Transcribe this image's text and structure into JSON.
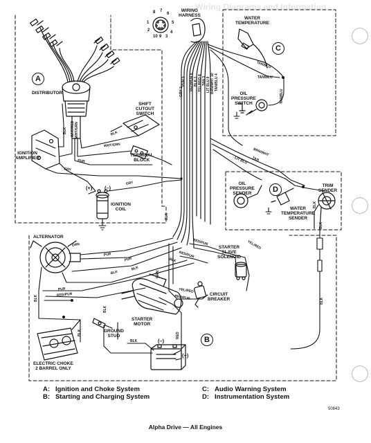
{
  "sections": {
    "a": "A",
    "b": "B",
    "c": "C",
    "d": "D"
  },
  "components": {
    "wiring_harness": "WIRING\nHARNESS",
    "water_temperature": "WATER\nTEMPERATURE",
    "oil_pressure_switch": "OIL\nPRESSURE\nSWITCH",
    "distributor": "DISTRIBUTOR",
    "shift_cutout_switch": "SHIFT\nCUTOUT\nSWITCH",
    "terminal_block": "TERMINAL\nBLOCK",
    "ignition_amplifier": "IGNITION\nAMPLIFIER",
    "ignition_coil": "IGNITION\nCOIL",
    "oil_pressure_sender": "OIL\nPRESSURE\nSENDER",
    "water_temperature_sender": "WATER\nTEMPERATURE\nSENDER",
    "trim_sender": "TRIM\nSENDER",
    "alternator": "ALTERNATOR",
    "starter_slave_solenoid": "STARTER\nSLAVE\nSOLENOID",
    "circuit_breaker": "CIRCUIT\nBREAKER",
    "starter_motor": "STARTER\nMOTOR",
    "ground_stud": "GROUND\nSTUD",
    "electric_choke": "ELECTRIC CHOKE\n2 BARREL ONLY"
  },
  "terminals": {
    "plus": "(+)",
    "minus": "(–)",
    "battery_minus": "(–)",
    "battery_plus": "(+)"
  },
  "connector_pins": [
    "8",
    "7",
    "6",
    "5",
    "4",
    "3",
    "2",
    "1",
    "10",
    "9"
  ],
  "harness_wires": [
    "GRY 2",
    "PUR 5",
    "RED/PUR 6",
    "BLK 1",
    "YEL/RED 8",
    "TAN 3",
    "LIT BLU 9",
    "BRN/WHT 10",
    "TAN/BLU 4"
  ],
  "wire_labels": {
    "tan_blu_1": "TAN/BLU",
    "tan_blu_2": "TAN/BLU",
    "tan_blu_3": "TAN/BLU",
    "brn_wht": "BRN/WHT",
    "tan": "TAN",
    "lit_blu": "LIT BLU",
    "blk_d": "BLK",
    "blk_trim": "BLK",
    "blk_trim2": "BLK",
    "gry_coil": "GRY",
    "gry_amp": "GRY",
    "pur_coil": "PUR",
    "wht_grn": "WHT/GRN",
    "blk_shift": "BLK",
    "blk_dist": "BLK",
    "wht_red": "WHT/RED",
    "wht_grn2": "WHT/GRN",
    "blk_mid": "BLK",
    "orn": "ORN",
    "pur_alt": "PUR",
    "pur_alt2": "PUR",
    "blk_alt": "BLK",
    "blk_alt2": "BLK",
    "blk_alt3": "BLK",
    "pur_b": "PUR",
    "red_pur_1": "RED/PUR",
    "red_pur_2": "RED/PUR",
    "yel_red_1": "YEL/RED",
    "yel_red_2": "YEL/RED",
    "red_pur_3": "RED/PUR",
    "red_pur_4": "RED/PUR",
    "red": "RED",
    "grn": "GRN",
    "blk_choke": "BLK",
    "blk_ground": "BLK",
    "blk_left": "BLK",
    "blk_solenoid": "BLK"
  },
  "legend": [
    {
      "key": "A:",
      "text": "Ignition and Choke System"
    },
    {
      "key": "B:",
      "text": "Starting and Charging System"
    },
    {
      "key": "C:",
      "text": "Audio Warning System"
    },
    {
      "key": "D:",
      "text": "Instrumentation System"
    }
  ],
  "figure_number": "50843",
  "footer_title": "Alpha Drive — All Engines",
  "faint_heading": "Wiring Diagrams and Information"
}
